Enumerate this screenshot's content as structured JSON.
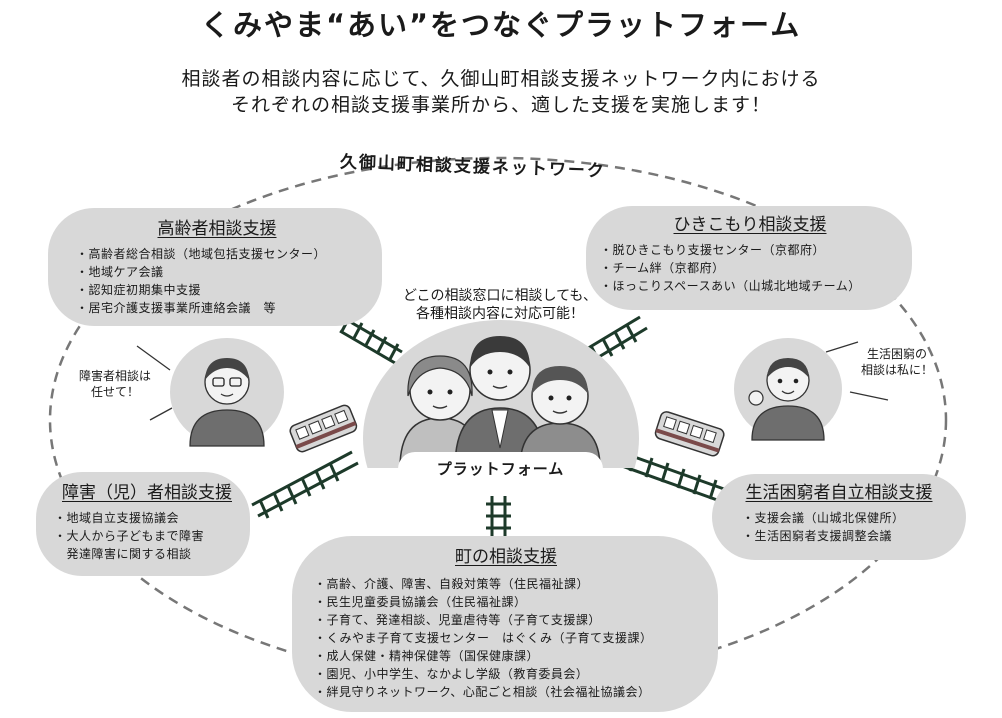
{
  "title": "くみやま“あい”をつなぐプラットフォーム",
  "subtitle": {
    "line1": "相談者の相談内容に応じて、久御山町相談支援ネットワーク内における",
    "line2": "それぞれの相談支援事業所から、適した支援を実施します！"
  },
  "network_label": "久御山町相談支援ネットワーク",
  "center": {
    "caption_line1": "どこの相談窓口に相談しても、",
    "caption_line2": "各種相談内容に対応可能！",
    "platform_label": "プラットフォーム"
  },
  "callouts": {
    "left_line1": "障害者相談は",
    "left_line2": "任せて！",
    "right_line1": "生活困窮の",
    "right_line2": "相談は私に！"
  },
  "bubbles": {
    "elderly": {
      "heading": "高齢者相談支援",
      "items": [
        "高齢者総合相談（地域包括支援センター）",
        "地域ケア会議",
        "認知症初期集中支援",
        "居宅介護支援事業所連絡会議　等"
      ]
    },
    "hikikomori": {
      "heading": "ひきこもり相談支援",
      "items": [
        "脱ひきこもり支援センター（京都府）",
        "チーム絆（京都府）",
        "ほっこりスペースあい（山城北地域チーム）"
      ]
    },
    "disability": {
      "heading": "障害（児）者相談支援",
      "items": [
        "地域自立支援協議会",
        "大人から子どもまで障害",
        "発達障害に関する相談"
      ]
    },
    "poverty": {
      "heading": "生活困窮者自立相談支援",
      "items": [
        "支援会議（山城北保健所）",
        "生活困窮者支援調整会議"
      ]
    },
    "town": {
      "heading": "町の相談支援",
      "items": [
        "高齢、介護、障害、自殺対策等（住民福祉課）",
        "民生児童委員協議会（住民福祉課）",
        "子育て、発達相談、児童虐待等（子育て支援課）",
        "くみやま子育て支援センター　はぐくみ（子育て支援課）",
        "成人保健・精神保健等（国保健康課）",
        "園児、小中学生、なかよし学級（教育委員会）",
        "絆見守りネットワーク、心配ごと相談（社会福祉協議会）"
      ]
    }
  }
}
